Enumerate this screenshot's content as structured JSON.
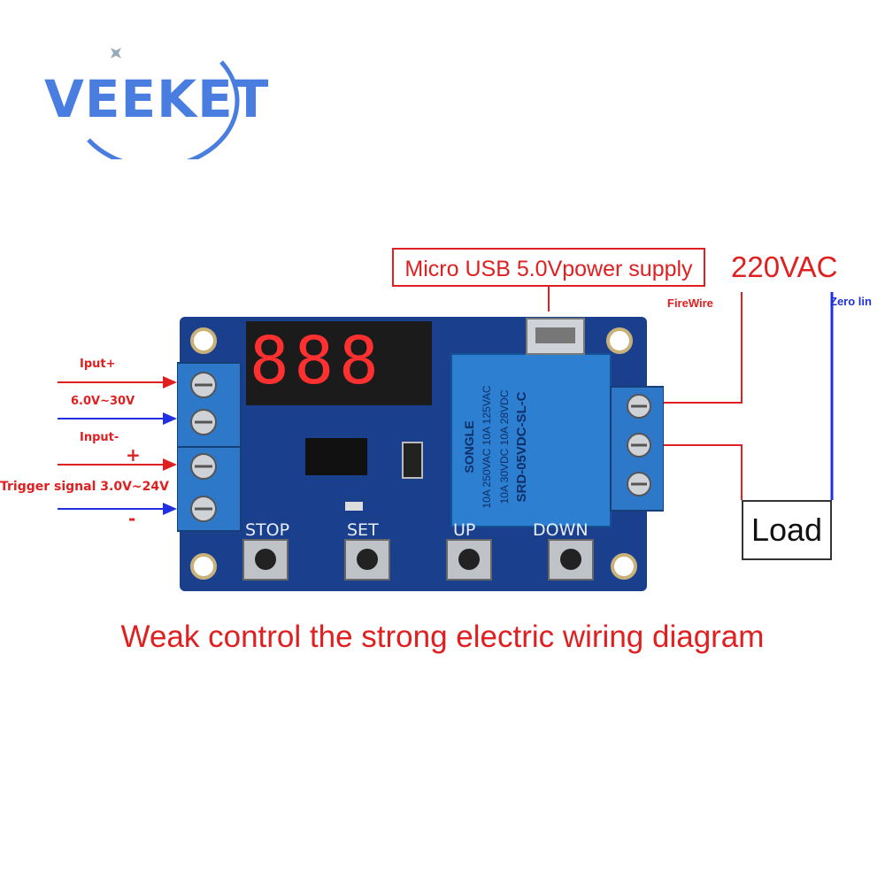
{
  "brand": {
    "logo_text": "VEEKET"
  },
  "labels": {
    "usb_supply": "Micro USB 5.0Vpower supply",
    "vac": "220VAC",
    "firewire": "FireWire",
    "zero_line": "Zero lin",
    "iput_plus": "Iput+",
    "voltage_range": "6.0V~30V",
    "input_minus": "Input-",
    "plus_sign": "+",
    "trigger_signal": "Trigger signal 3.0V~24V",
    "minus_sign": "-",
    "load": "Load",
    "caption": "Weak control the strong electric wiring diagram"
  },
  "board": {
    "display_digits": "888",
    "buttons": [
      "STOP",
      "SET",
      "UP",
      "DOWN"
    ],
    "relay_lines": [
      "SONGLE",
      "10A 250VAC 10A 125VAC",
      "10A 30VDC 10A 28VDC",
      "SRD-05VDC-SL-C"
    ]
  },
  "colors": {
    "red": "#e02020",
    "blue": "#2030e0",
    "pcb": "#1a3f8c",
    "logo": "#4a7de0"
  }
}
